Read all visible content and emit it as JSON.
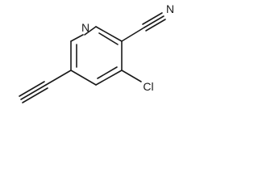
{
  "molecule": {
    "atoms": {
      "ring_nitrogen": "N",
      "nitrile_nitrogen": "N",
      "chlorine": "Cl"
    }
  }
}
